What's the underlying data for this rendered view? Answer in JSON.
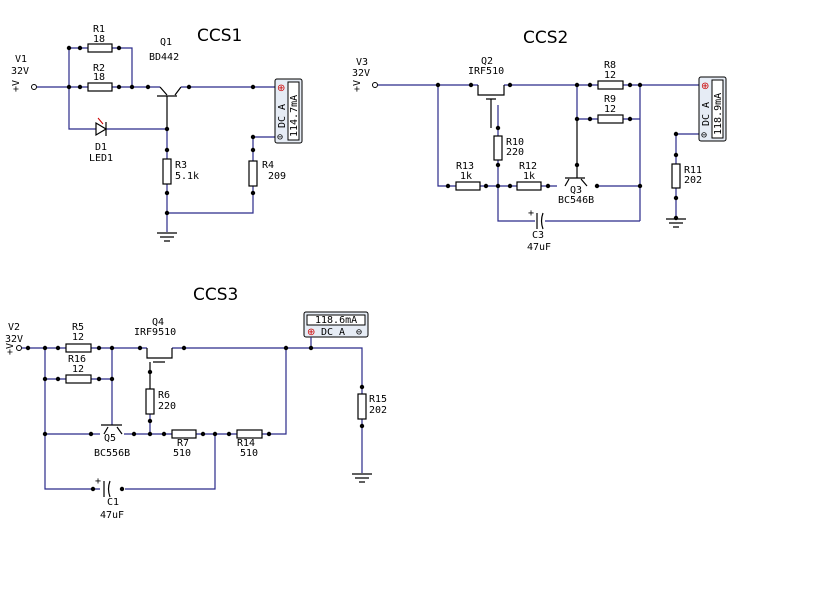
{
  "titles": {
    "ccs1": "CCS1",
    "ccs2": "CCS2",
    "ccs3": "CCS3"
  },
  "ccs1": {
    "source": {
      "name": "V1",
      "value": "32V",
      "pin": "+V"
    },
    "r1": {
      "name": "R1",
      "value": "18"
    },
    "r2": {
      "name": "R2",
      "value": "18"
    },
    "q1": {
      "name": "Q1",
      "value": "BD442"
    },
    "d1": {
      "name": "D1",
      "value": "LED1"
    },
    "r3": {
      "name": "R3",
      "value": "5.1k"
    },
    "r4": {
      "name": "R4",
      "value": "209"
    },
    "meter": {
      "reading": "114.7mA",
      "mode": "DC A"
    }
  },
  "ccs2": {
    "source": {
      "name": "V3",
      "value": "32V",
      "pin": "+V"
    },
    "q2": {
      "name": "Q2",
      "value": "IRF510"
    },
    "r8": {
      "name": "R8",
      "value": "12"
    },
    "r9": {
      "name": "R9",
      "value": "12"
    },
    "r10": {
      "name": "R10",
      "value": "220"
    },
    "r13": {
      "name": "R13",
      "value": "1k"
    },
    "r12": {
      "name": "R12",
      "value": "1k"
    },
    "q3": {
      "name": "Q3",
      "value": "BC546B"
    },
    "c3": {
      "name": "C3",
      "value": "47uF"
    },
    "r11": {
      "name": "R11",
      "value": "202"
    },
    "meter": {
      "reading": "118.9mA",
      "mode": "DC A"
    }
  },
  "ccs3": {
    "source": {
      "name": "V2",
      "value": "32V",
      "pin": "+V"
    },
    "r5": {
      "name": "R5",
      "value": "12"
    },
    "r16": {
      "name": "R16",
      "value": "12"
    },
    "q4": {
      "name": "Q4",
      "value": "IRF9510"
    },
    "r6": {
      "name": "R6",
      "value": "220"
    },
    "q5": {
      "name": "Q5",
      "value": "BC556B"
    },
    "r7": {
      "name": "R7",
      "value": "510"
    },
    "r14": {
      "name": "R14",
      "value": "510"
    },
    "c1": {
      "name": "C1",
      "value": "47uF"
    },
    "r15": {
      "name": "R15",
      "value": "202"
    },
    "meter": {
      "reading": "118.6mA",
      "mode": "DC A"
    }
  },
  "colors": {
    "wire": "#2a2a8a",
    "meter_plus": "#cc0000",
    "background": "#ffffff"
  }
}
